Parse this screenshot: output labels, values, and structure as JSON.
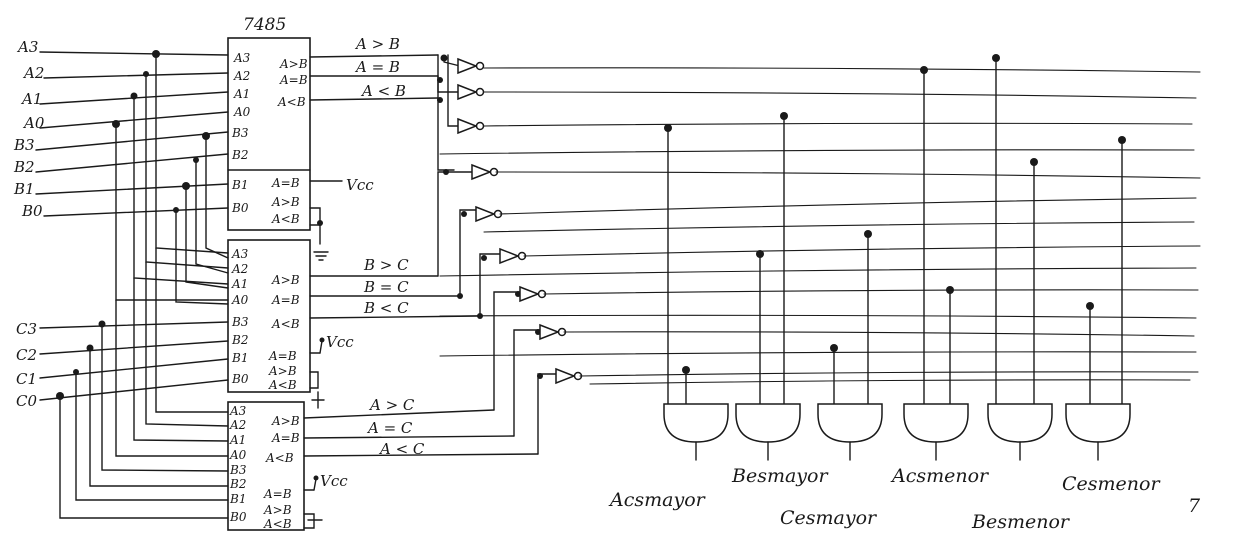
{
  "chip": {
    "title": "7485"
  },
  "inputs": {
    "a": [
      "A3",
      "A2",
      "A1",
      "A0"
    ],
    "b": [
      "B3",
      "B2",
      "B1",
      "B0"
    ],
    "c": [
      "C3",
      "C2",
      "C1",
      "C0"
    ]
  },
  "comparator_pins": {
    "c1_in": [
      "A3",
      "A2",
      "A1",
      "A0",
      "B3",
      "B2",
      "B1",
      "B0"
    ],
    "c1_out": [
      "A>B",
      "A=B",
      "A<B"
    ],
    "c1_casc": [
      "A=B",
      "A>B",
      "A<B"
    ],
    "c2_in": [
      "A3",
      "A2",
      "A1",
      "A0",
      "B3",
      "B2",
      "B1",
      "B0"
    ],
    "c2_out": [
      "A>B",
      "A=B",
      "A<B"
    ],
    "c2_casc": [
      "A=B",
      "A>B",
      "A<B"
    ],
    "c3_in": [
      "A3",
      "A2",
      "A1",
      "A0",
      "B3",
      "B2",
      "B1",
      "B0"
    ],
    "c3_out": [
      "A>B",
      "A=B",
      "A<B"
    ],
    "c3_casc": [
      "A=B",
      "A>B",
      "A<B"
    ]
  },
  "supply": {
    "vcc": "Vcc"
  },
  "signals": {
    "ab": [
      "A > B",
      "A = B",
      "A < B"
    ],
    "bc": [
      "B > C",
      "B = C",
      "B < C"
    ],
    "ac": [
      "A > C",
      "A = C",
      "A < C"
    ]
  },
  "outputs": [
    "Acsmayor",
    "Besmayor",
    "Cesmayor",
    "Acsmenor",
    "Besmenor",
    "Cesmenor"
  ],
  "corner_mark": "7"
}
